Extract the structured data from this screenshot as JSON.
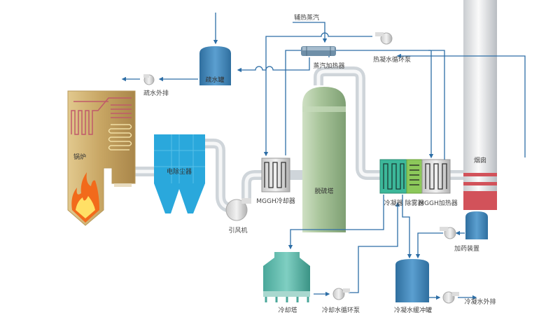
{
  "colors": {
    "water_line": "#2d6ea6",
    "boiler": "#c9a86a",
    "esp": "#2aa8dc",
    "absorber": "#a8c49a",
    "condenser": "#3cb89a",
    "demister": "#8cc85a",
    "chimney_stripe": "#d2525a",
    "tank": "#3d7fb5"
  },
  "labels": {
    "aux_steam": "辅热蒸汽",
    "hot_condensate_pump": "热凝水循环泵",
    "steam_heater": "蒸汽加热器",
    "drain_tank": "疏水罐",
    "drain_discharge": "疏水外排",
    "boiler": "锅炉",
    "esp": "电除尘器",
    "id_fan": "引风机",
    "mggh_cooler": "MGGH冷却器",
    "absorber": "脱硫塔",
    "condenser": "冷凝器",
    "demister": "除雾器",
    "mggh_heater": "MGGH加热器",
    "chimney": "烟囱",
    "dosing": "加药装置",
    "cooling_tower": "冷却塔",
    "cooling_pump": "冷却水循环泵",
    "buffer_tank": "冷凝水缓冲罐",
    "condensate_discharge": "冷凝水外排"
  }
}
